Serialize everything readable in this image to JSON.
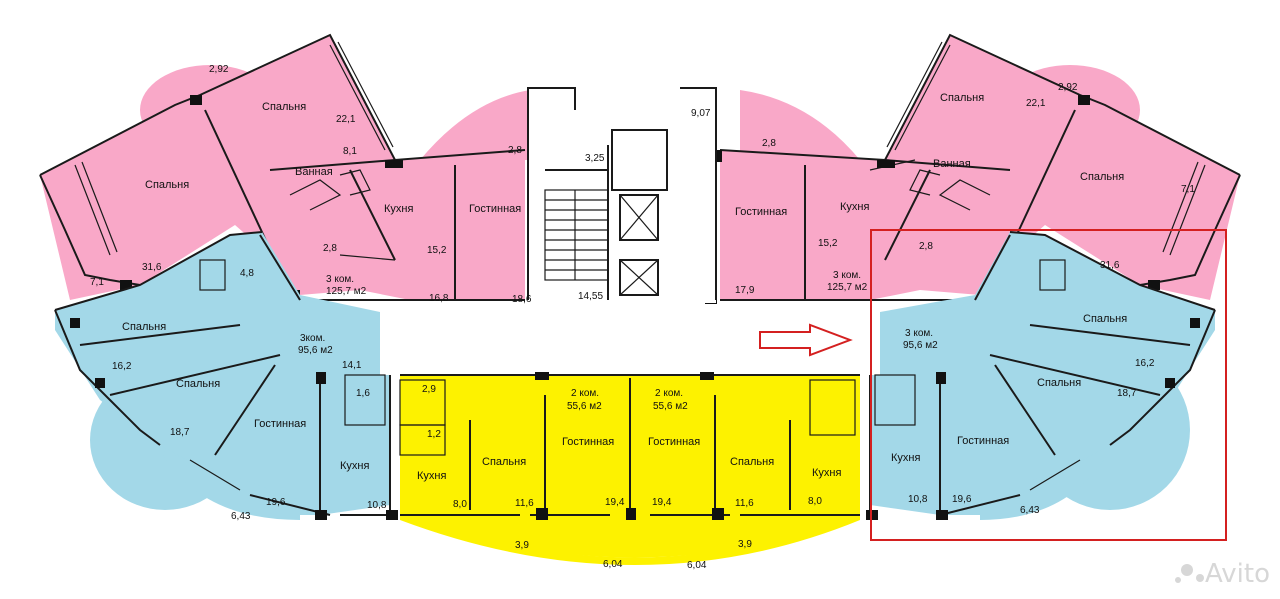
{
  "floor_plan": {
    "room_labels": [
      {
        "id": "tl-bedroom-top",
        "text": "Спальня"
      },
      {
        "id": "tl-bedroom-left",
        "text": "Спальня"
      },
      {
        "id": "tl-bath",
        "text": "Ванная"
      },
      {
        "id": "tl-kitchen",
        "text": "Кухня"
      },
      {
        "id": "tl-living",
        "text": "Гостинная"
      },
      {
        "id": "tl-apt",
        "text": "3 ком."
      },
      {
        "id": "tl-area",
        "text": "125,7 м2"
      },
      {
        "id": "tr-bedroom-top",
        "text": "Спальня"
      },
      {
        "id": "tr-bedroom-right",
        "text": "Спальня"
      },
      {
        "id": "tr-bath",
        "text": "Ванная"
      },
      {
        "id": "tr-kitchen",
        "text": "Кухня"
      },
      {
        "id": "tr-living",
        "text": "Гостинная"
      },
      {
        "id": "tr-apt",
        "text": "3 ком."
      },
      {
        "id": "tr-area",
        "text": "125,7 м2"
      },
      {
        "id": "bl-bedroom-top",
        "text": "Спальня"
      },
      {
        "id": "bl-bedroom-mid",
        "text": "Спальня"
      },
      {
        "id": "bl-living",
        "text": "Гостинная"
      },
      {
        "id": "bl-kitchen",
        "text": "Кухня"
      },
      {
        "id": "bl-apt",
        "text": "3ком."
      },
      {
        "id": "bl-area",
        "text": "95,6 м2"
      },
      {
        "id": "y1-kitchen",
        "text": "Кухня"
      },
      {
        "id": "y1-bedroom",
        "text": "Спальня"
      },
      {
        "id": "y1-living",
        "text": "Гостинная"
      },
      {
        "id": "y1-apt",
        "text": "2 ком."
      },
      {
        "id": "y1-area",
        "text": "55,6 м2"
      },
      {
        "id": "y2-living",
        "text": "Гостинная"
      },
      {
        "id": "y2-bedroom",
        "text": "Спальня"
      },
      {
        "id": "y2-kitchen",
        "text": "Кухня"
      },
      {
        "id": "y2-apt",
        "text": "2 ком."
      },
      {
        "id": "y2-area",
        "text": "55,6 м2"
      },
      {
        "id": "br-apt",
        "text": "3 ком."
      },
      {
        "id": "br-area",
        "text": "95,6 м2"
      },
      {
        "id": "br-bedroom-top",
        "text": "Спальня"
      },
      {
        "id": "br-bedroom-mid",
        "text": "Спальня"
      },
      {
        "id": "br-kitchen",
        "text": "Кухня"
      },
      {
        "id": "br-living",
        "text": "Гостинная"
      }
    ],
    "area_labels": [
      {
        "id": "a-292-l",
        "text": "2,92"
      },
      {
        "id": "a-221-l",
        "text": "22,1"
      },
      {
        "id": "a-81",
        "text": "8,1"
      },
      {
        "id": "a-28-l",
        "text": "2,8"
      },
      {
        "id": "a-152-l",
        "text": "15,2"
      },
      {
        "id": "a-28-l2",
        "text": "2,8"
      },
      {
        "id": "a-316-l",
        "text": "31,6"
      },
      {
        "id": "a-71-l",
        "text": "7,1"
      },
      {
        "id": "a-48",
        "text": "4,8"
      },
      {
        "id": "a-168",
        "text": "16,8"
      },
      {
        "id": "a-186",
        "text": "18,6"
      },
      {
        "id": "a-325",
        "text": "3,25"
      },
      {
        "id": "a-1455",
        "text": "14,55"
      },
      {
        "id": "a-907",
        "text": "9,07"
      },
      {
        "id": "a-28-r",
        "text": "2,8"
      },
      {
        "id": "a-179",
        "text": "17,9"
      },
      {
        "id": "a-152-r",
        "text": "15,2"
      },
      {
        "id": "a-28-r2",
        "text": "2,8"
      },
      {
        "id": "a-292-r",
        "text": "2,92"
      },
      {
        "id": "a-221-r",
        "text": "22,1"
      },
      {
        "id": "a-71-r",
        "text": "7,1"
      },
      {
        "id": "a-316-r",
        "text": "31,6"
      },
      {
        "id": "a-162-l",
        "text": "16,2"
      },
      {
        "id": "a-141",
        "text": "14,1"
      },
      {
        "id": "a-16",
        "text": "1,6"
      },
      {
        "id": "a-187-l",
        "text": "18,7"
      },
      {
        "id": "a-196-l",
        "text": "19,6"
      },
      {
        "id": "a-643-l",
        "text": "6,43"
      },
      {
        "id": "a-108-l",
        "text": "10,8"
      },
      {
        "id": "a-29",
        "text": "2,9"
      },
      {
        "id": "a-12",
        "text": "1,2"
      },
      {
        "id": "a-80-l",
        "text": "8,0"
      },
      {
        "id": "a-116-l",
        "text": "11,6"
      },
      {
        "id": "a-194-l",
        "text": "19,4"
      },
      {
        "id": "a-39-l",
        "text": "3,9"
      },
      {
        "id": "a-604-l",
        "text": "6,04"
      },
      {
        "id": "a-194-r",
        "text": "19,4"
      },
      {
        "id": "a-116-r",
        "text": "11,6"
      },
      {
        "id": "a-80-r",
        "text": "8,0"
      },
      {
        "id": "a-39-r",
        "text": "3,9"
      },
      {
        "id": "a-604-r",
        "text": "6,04"
      },
      {
        "id": "a-162-r",
        "text": "16,2"
      },
      {
        "id": "a-187-r",
        "text": "18,7"
      },
      {
        "id": "a-108-r",
        "text": "10,8"
      },
      {
        "id": "a-196-r",
        "text": "19,6"
      },
      {
        "id": "a-643-r",
        "text": "6,43"
      }
    ],
    "colors": {
      "pink": "#f9a8c8",
      "blue": "#a3d8e8",
      "yellow": "#fdf200",
      "highlight": "#d42020"
    }
  },
  "watermark": {
    "text": "Avito"
  }
}
